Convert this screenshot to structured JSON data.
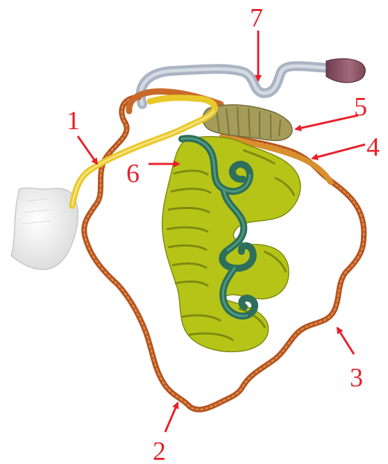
{
  "colors": {
    "arrow": "#e8202a",
    "duct_yellow": "#e8c82a",
    "duct_orange": "#c96a2a",
    "duct_brown": "#b4541f",
    "duct_grey_blue": "#aab4c2",
    "coil_green": "#b6c418",
    "inner_teal": "#2e6f5a",
    "gland_olive": "#a49c58",
    "bulb_mauve": "#8c5466",
    "paper_white": "#f2f2f2"
  },
  "callouts": [
    {
      "id": "1",
      "label": "1"
    },
    {
      "id": "2",
      "label": "2"
    },
    {
      "id": "3",
      "label": "3"
    },
    {
      "id": "4",
      "label": "4"
    },
    {
      "id": "5",
      "label": "5"
    },
    {
      "id": "6",
      "label": "6"
    },
    {
      "id": "7",
      "label": "7"
    }
  ]
}
